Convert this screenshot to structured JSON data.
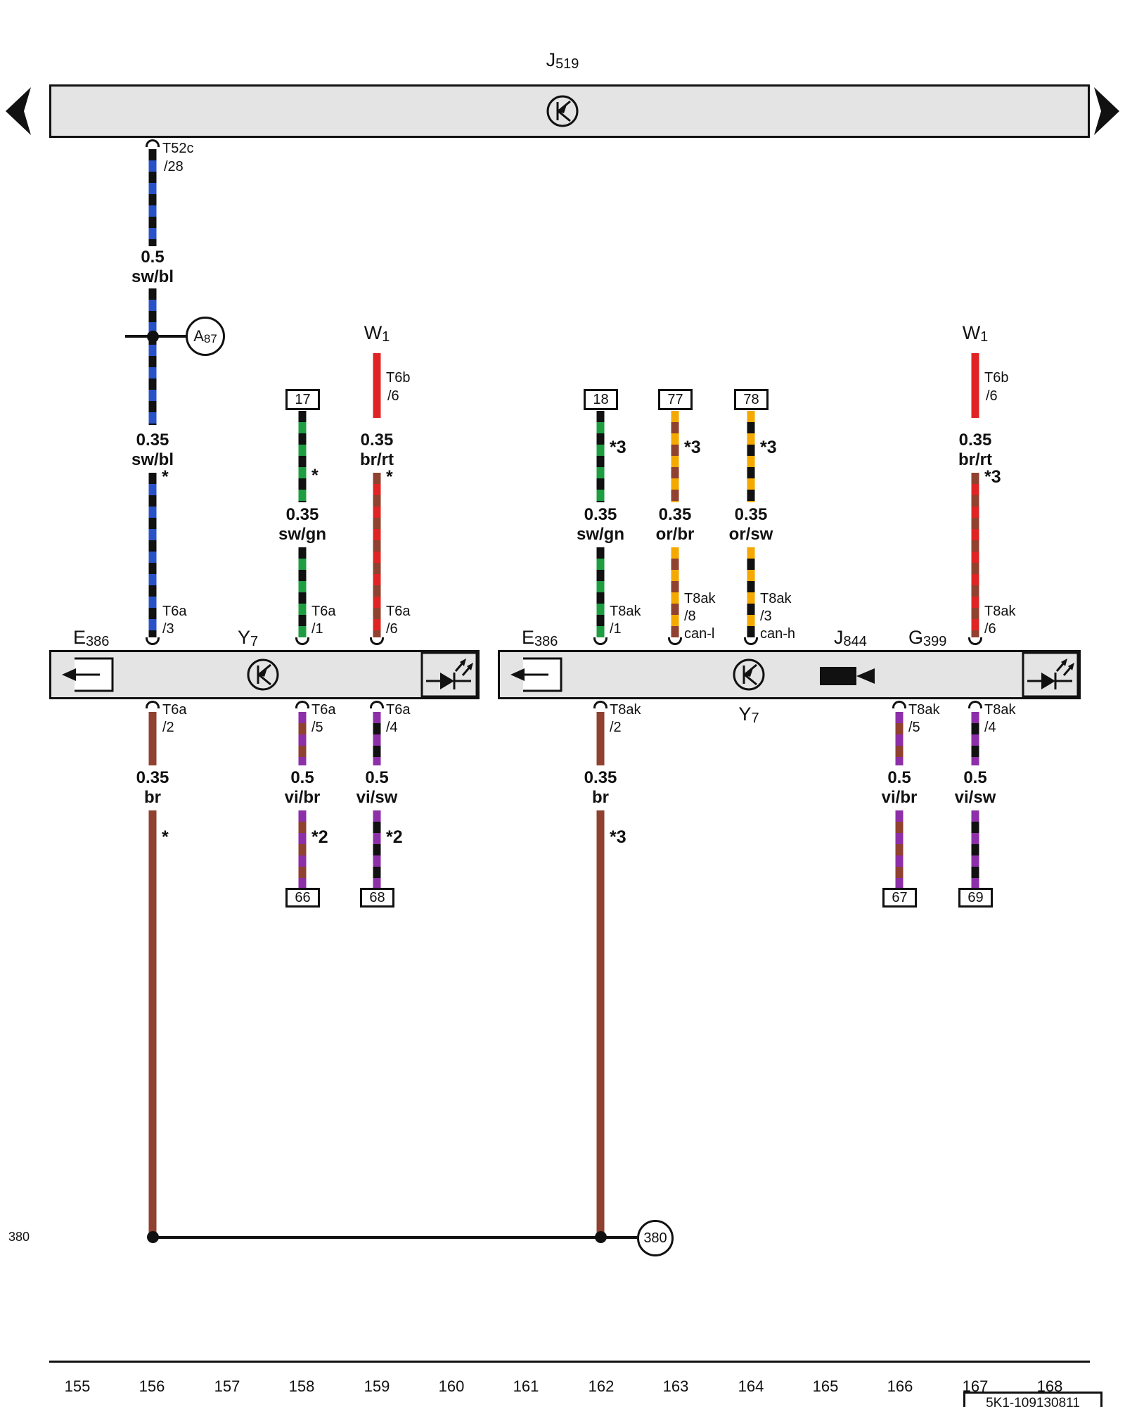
{
  "colors": {
    "sw": "#111111",
    "bl": "#2a52c8",
    "gn": "#1e9e40",
    "rt": "#e02424",
    "br": "#90412f",
    "vi": "#8c2fa8",
    "or": "#f4a800"
  },
  "bus": {
    "name_main": "J",
    "name_sub": "519"
  },
  "labels": {
    "w1_left_main": "W",
    "w1_left_sub": "1",
    "w1_right_main": "W",
    "w1_right_sub": "1",
    "e386_left_main": "E",
    "e386_left_sub": "386",
    "e386_right_main": "E",
    "e386_right_sub": "386",
    "y7_left_main": "Y",
    "y7_left_sub": "7",
    "y7_right_main": "Y",
    "y7_right_sub": "7",
    "j844_main": "J",
    "j844_sub": "844",
    "g399_main": "G",
    "g399_sub": "399",
    "a87_main": "A",
    "a87_sub": "87"
  },
  "wires": {
    "a": {
      "conn_top": "T52c",
      "pin_top": "/28",
      "gauge1": "0.5",
      "color1": "sw/bl",
      "gauge2": "0.35",
      "color2": "sw/bl",
      "star": "*",
      "term": "T6a",
      "pin": "/3"
    },
    "b": {
      "node": "17",
      "star": "*",
      "gauge": "0.35",
      "color": "sw/gn",
      "term": "T6a",
      "pin": "/1"
    },
    "c": {
      "conn_top": "T6b",
      "pin_top": "/6",
      "gauge": "0.35",
      "color": "br/rt",
      "color_solid": "rt",
      "star": "*",
      "term": "T6a",
      "pin": "/6"
    },
    "d": {
      "node": "18",
      "star": "*3",
      "gauge": "0.35",
      "color": "sw/gn",
      "term": "T8ak",
      "pin": "/1"
    },
    "e": {
      "node": "77",
      "star": "*3",
      "gauge": "0.35",
      "color": "or/br",
      "term": "T8ak",
      "pin": "/8",
      "bus": "can-l"
    },
    "f": {
      "node": "78",
      "star": "*3",
      "gauge": "0.35",
      "color": "or/sw",
      "term": "T8ak",
      "pin": "/3",
      "bus": "can-h"
    },
    "g": {
      "conn_top": "T6b",
      "pin_top": "/6",
      "gauge": "0.35",
      "color": "br/rt",
      "color_solid": "rt",
      "star": "*3",
      "term": "T8ak",
      "pin": "/6"
    },
    "h": {
      "term": "T6a",
      "pin": "/2",
      "gauge": "0.35",
      "color": "br",
      "star": "*"
    },
    "i": {
      "term": "T6a",
      "pin": "/5",
      "gauge": "0.5",
      "color": "vi/br",
      "star": "*2",
      "node": "66"
    },
    "j": {
      "term": "T6a",
      "pin": "/4",
      "gauge": "0.5",
      "color": "vi/sw",
      "star": "*2",
      "node": "68"
    },
    "k": {
      "term": "T8ak",
      "pin": "/2",
      "gauge": "0.35",
      "color": "br",
      "star": "*3"
    },
    "l": {
      "term": "T8ak",
      "pin": "/5",
      "gauge": "0.5",
      "color": "vi/br",
      "node": "67"
    },
    "m": {
      "term": "T8ak",
      "pin": "/4",
      "gauge": "0.5",
      "color": "vi/sw",
      "node": "69"
    }
  },
  "ground": {
    "left_label": "380",
    "node_label": "380"
  },
  "scale": {
    "ticks": [
      "155",
      "156",
      "157",
      "158",
      "159",
      "160",
      "161",
      "162",
      "163",
      "164",
      "165",
      "166",
      "167",
      "168"
    ]
  },
  "part_number": "5K1-109130811"
}
